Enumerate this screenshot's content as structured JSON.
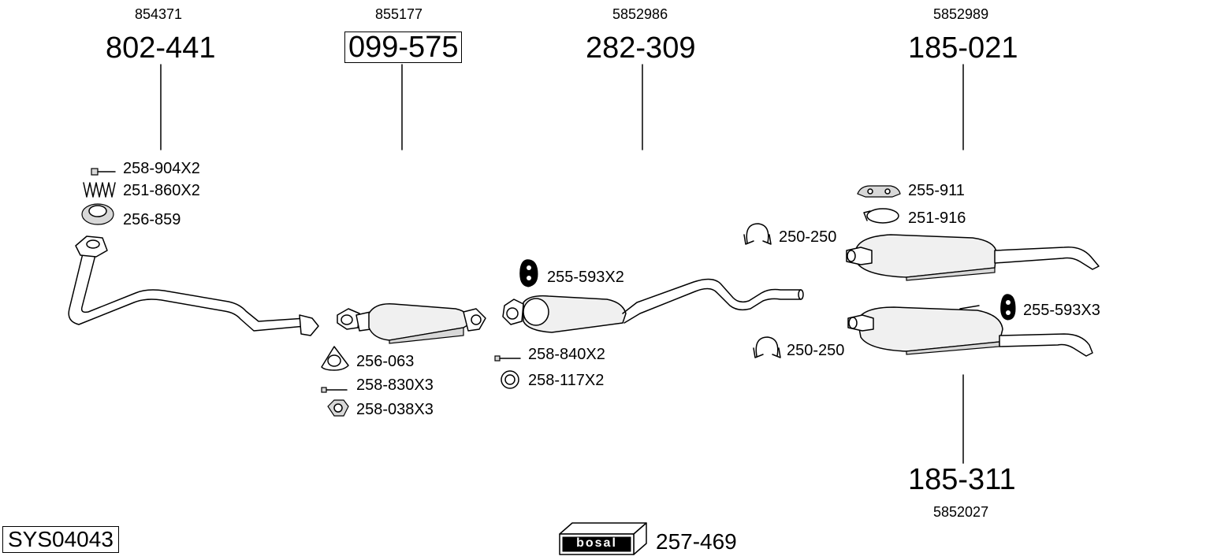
{
  "groups": [
    {
      "oe": "854371",
      "part": "802-441",
      "boxed": false
    },
    {
      "oe": "855177",
      "part": "099-575",
      "boxed": true
    },
    {
      "oe": "5852986",
      "part": "282-309",
      "boxed": false
    },
    {
      "oe": "5852989",
      "part": "185-021",
      "boxed": false
    },
    {
      "oe": "5852027",
      "part": "185-311",
      "boxed": false
    }
  ],
  "accessories": [
    "258-904X2",
    "251-860X2",
    "256-859",
    "256-063",
    "258-830X3",
    "258-038X3",
    "255-593X2",
    "258-840X2",
    "258-117X2",
    "250-250",
    "255-911",
    "251-916",
    "250-250",
    "255-593X3"
  ],
  "system_code": "SYS04043",
  "logo": {
    "text": "bosal",
    "part": "257-469"
  },
  "icons": [
    "bolt-icon",
    "spring-icon",
    "gasket-ring-icon",
    "flange-gasket-icon",
    "bolt-icon",
    "nut-icon",
    "rubber-mount-icon",
    "bolt-icon",
    "washer-icon",
    "clamp-icon",
    "hanger-icon",
    "clamp-band-icon",
    "clamp-icon",
    "rubber-mount-icon"
  ]
}
